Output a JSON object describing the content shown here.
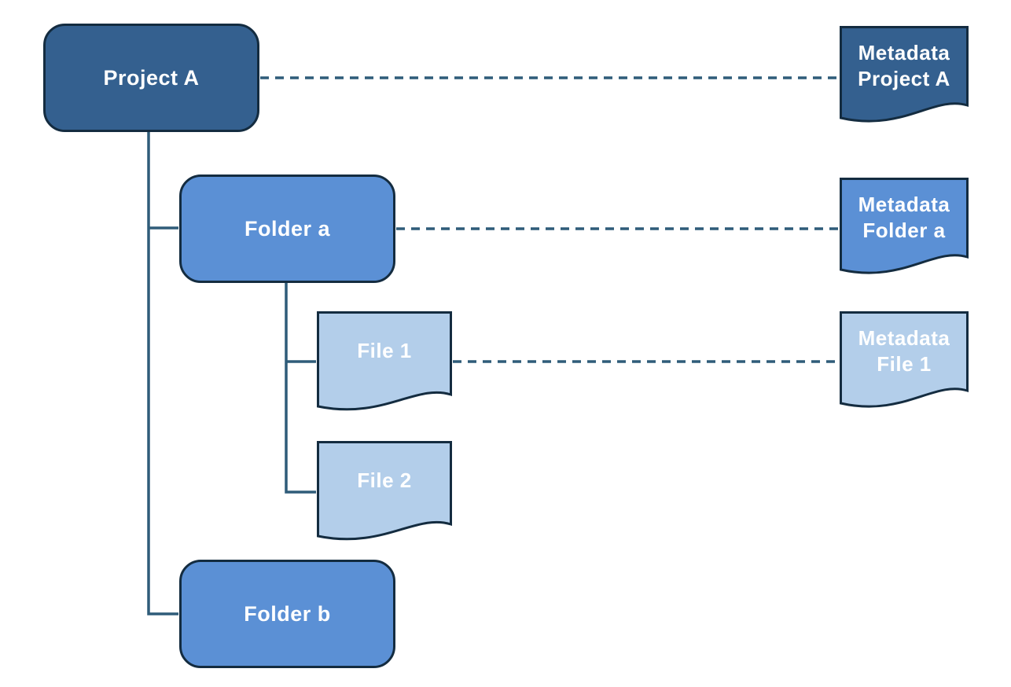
{
  "colors": {
    "canvas_bg": "#ffffff",
    "dark_blue": "#34608F",
    "medium_blue": "#5B90D5",
    "light_blue": "#B3CEEA",
    "shape_border": "#142C40",
    "connector": "#2F5C79",
    "label_text": "#FFFFFF"
  },
  "nodes": {
    "project_a": {
      "label": "Project A"
    },
    "folder_a": {
      "label": "Folder a"
    },
    "folder_b": {
      "label": "Folder b"
    },
    "file_1": {
      "label": "File 1"
    },
    "file_2": {
      "label": "File 2"
    },
    "meta_project_a": {
      "line1": "Metadata",
      "line2": "Project A"
    },
    "meta_folder_a": {
      "line1": "Metadata",
      "line2": "Folder a"
    },
    "meta_file_1": {
      "line1": "Metadata",
      "line2": "File 1"
    }
  }
}
